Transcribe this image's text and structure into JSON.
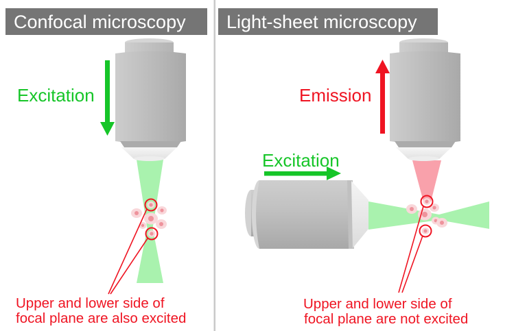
{
  "panels": {
    "left": {
      "title": "Confocal microscopy",
      "excitation_label": "Excitation",
      "caption_line1": "Upper and lower side of",
      "caption_line2": "focal plane are also excited"
    },
    "right": {
      "title": "Light-sheet microscopy",
      "emission_label": "Emission",
      "excitation_label": "Excitation",
      "caption_line1": "Upper and lower side of",
      "caption_line2": "focal plane are not excited"
    }
  },
  "colors": {
    "banner_bg": "#757575",
    "banner_text": "#ffffff",
    "divider": "#c9c9c9",
    "green_accent": "#16c528",
    "green_beam": "#a9f2ae",
    "red_accent": "#ef1422",
    "pink_cone": "#f9a1ab",
    "blob_outer": "#f9d7da",
    "blob_dot": "#ee939c"
  }
}
